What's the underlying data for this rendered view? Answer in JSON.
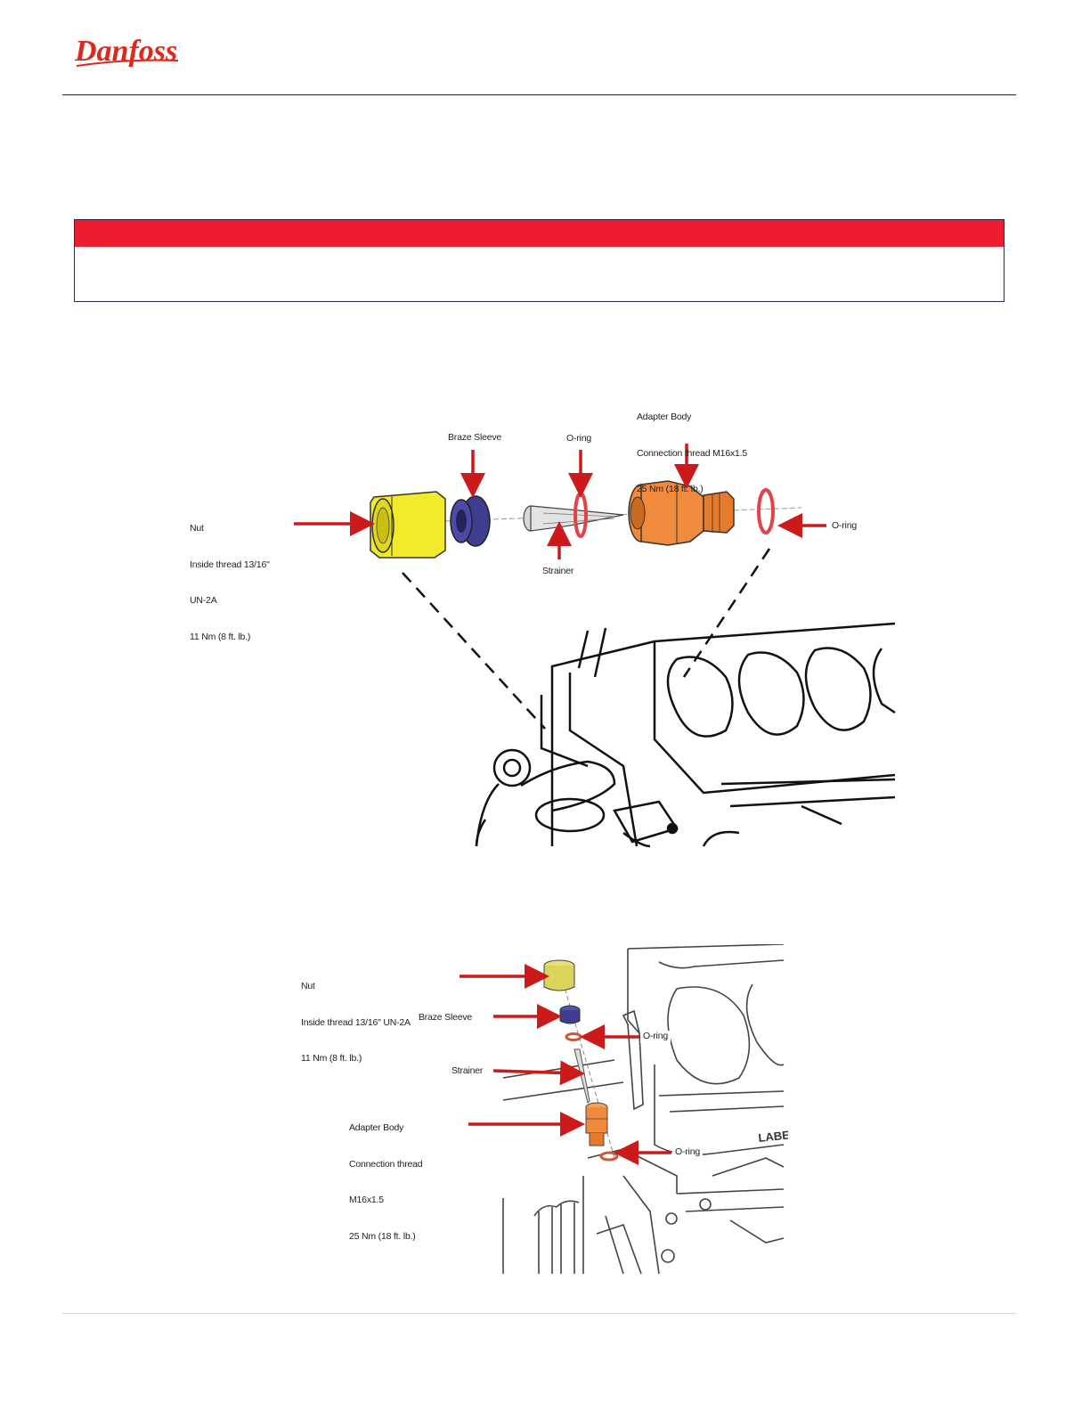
{
  "brand": {
    "logo_text": "Danfoss",
    "color": "#e1261c"
  },
  "colors": {
    "warning_band": "#ed1c2e",
    "arrow": "#cc1a1a",
    "nut": "#f2ea2a",
    "braze_sleeve": "#3f3d8f",
    "adapter_body": "#f08a3c",
    "oring": "#e2434a"
  },
  "figure1": {
    "labels": {
      "nut": [
        "Nut",
        "Inside thread 13/16\"",
        "UN-2A",
        "11 Nm (8 ft. lb.)"
      ],
      "braze_sleeve": "Braze Sleeve",
      "oring_top": "O-ring",
      "strainer": "Strainer",
      "adapter_body": [
        "Adapter Body",
        "Connection thread M16x1.5",
        "25 Nm (18 ft. lb.)"
      ],
      "oring_right": "O-ring"
    }
  },
  "figure2": {
    "labels": {
      "nut": [
        "Nut",
        "Inside thread 13/16\" UN-2A",
        "11 Nm (8 ft. lb.)"
      ],
      "braze_sleeve": "Braze Sleeve",
      "oring_top": "O-ring",
      "strainer": "Strainer",
      "adapter_body": [
        "Adapter Body",
        "Connection thread",
        "M16x1.5",
        "25 Nm (18 ft. lb.)"
      ],
      "oring_bottom": "O-ring",
      "housing_text": "LABE"
    }
  }
}
